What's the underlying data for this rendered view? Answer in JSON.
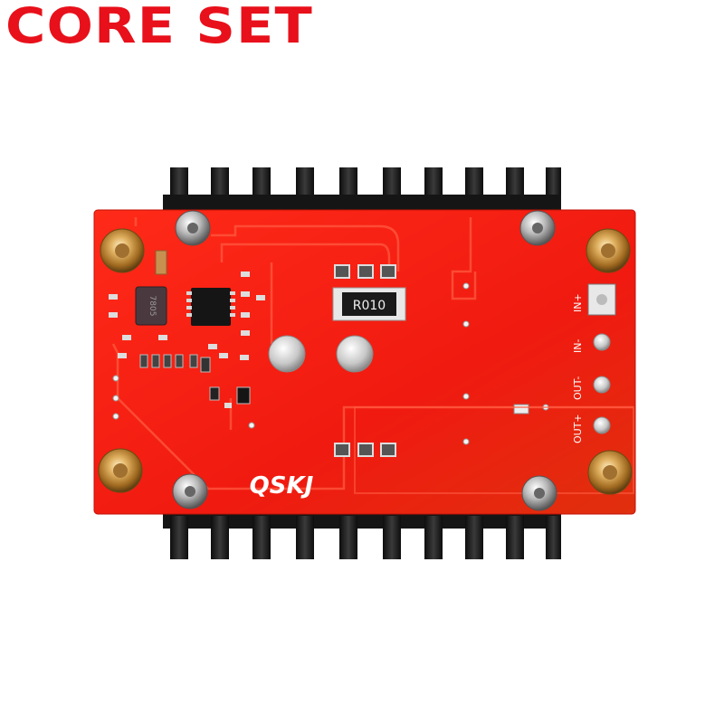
{
  "brand": {
    "title": "CORE SET",
    "color": "#e8101a"
  },
  "board": {
    "pcb_color": "#f21a10",
    "heatsink_color": "#1a1a1a",
    "logo": "QSKJ",
    "resistor_marking": "R010",
    "ic_marking": "7805",
    "terminals": [
      "IN+",
      "IN-",
      "OUT-",
      "OUT+"
    ]
  }
}
